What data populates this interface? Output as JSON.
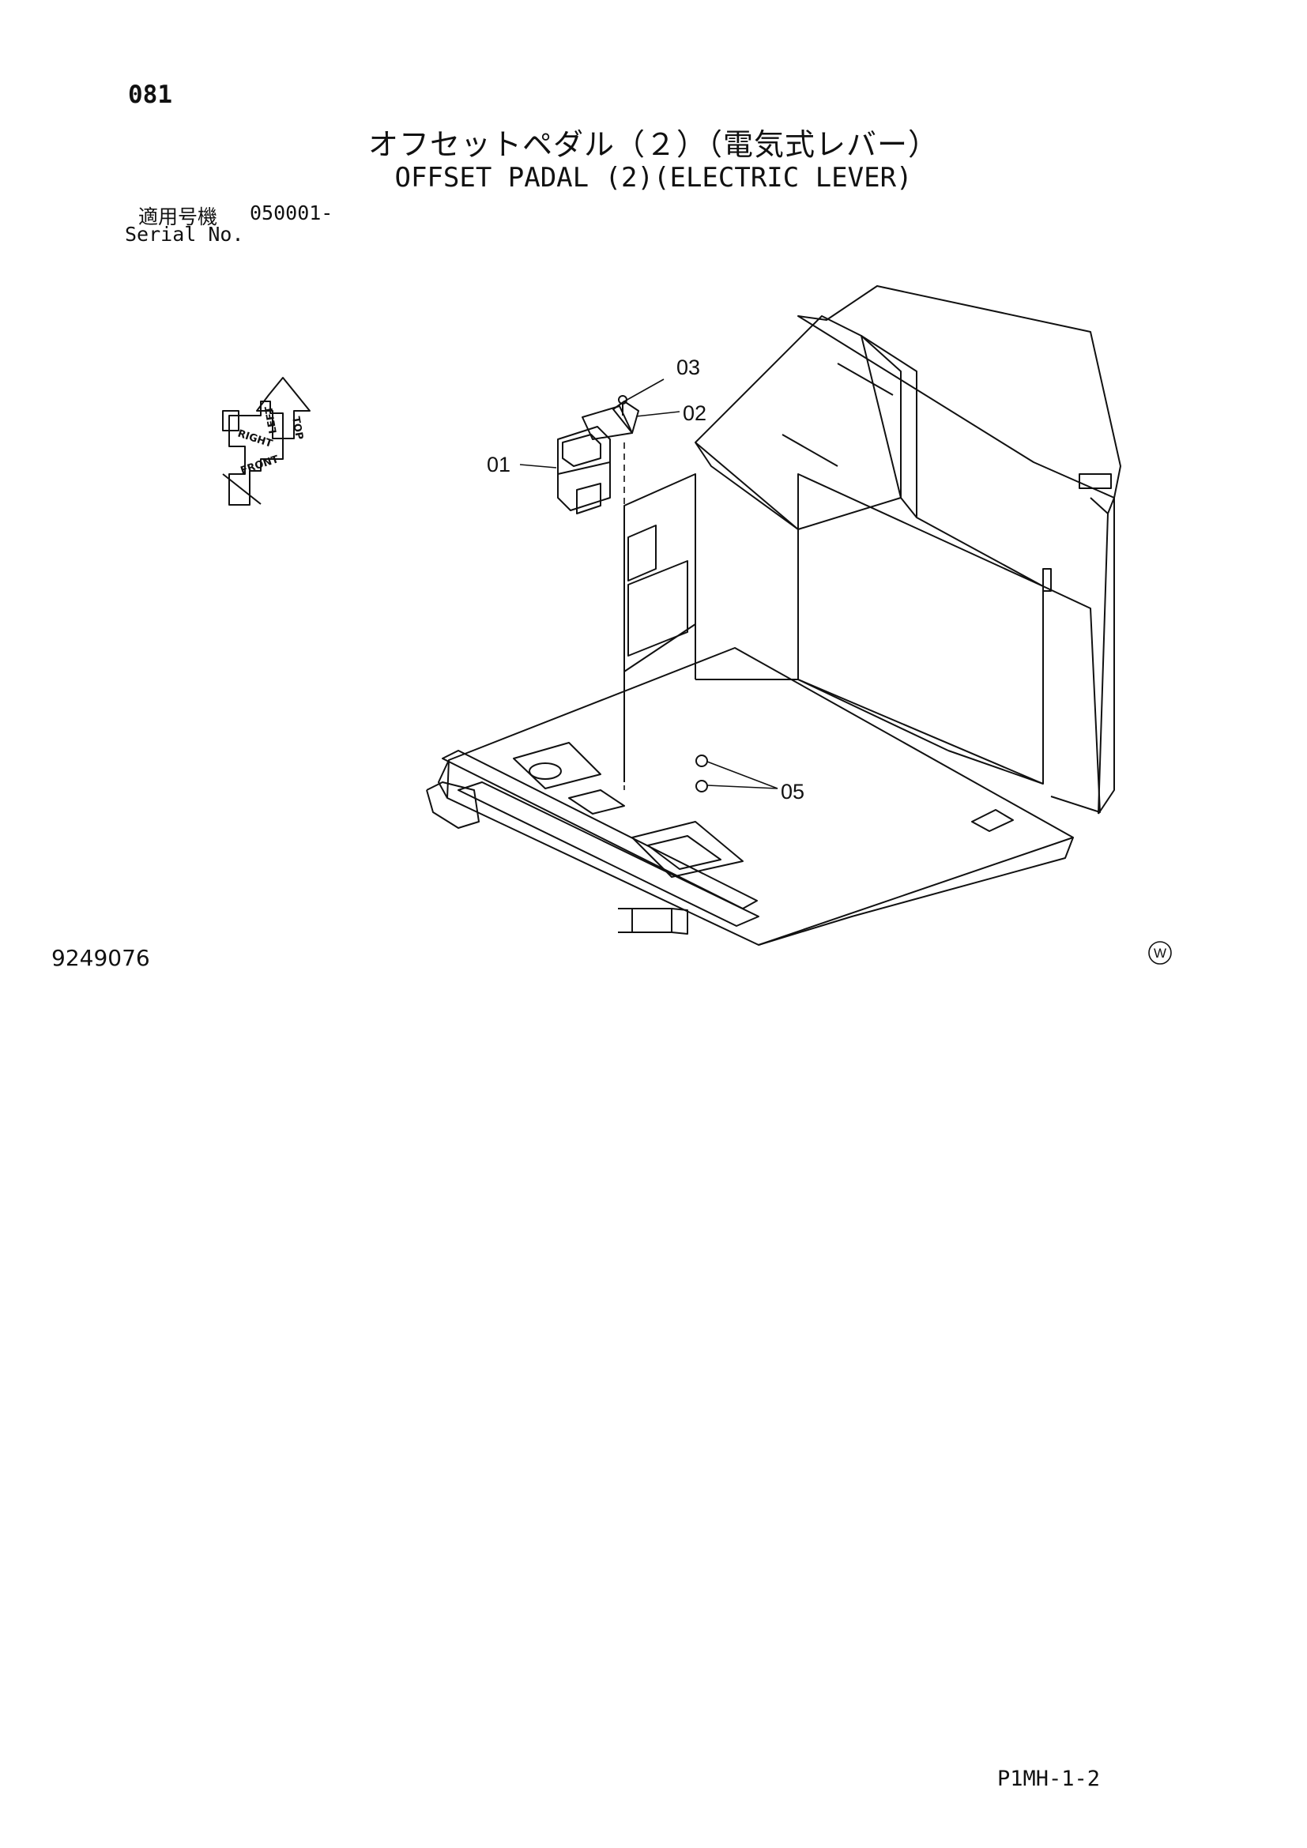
{
  "header": {
    "page_number": "081",
    "title_jp": "オフセットペダル（２）（電気式レバー）",
    "title_en": "OFFSET PADAL (2)(ELECTRIC LEVER)",
    "serial_jp_label": "適用号機",
    "serial_value": "050001-",
    "serial_en_label": "Serial No."
  },
  "diagram": {
    "orientation_labels": {
      "top": "TOP",
      "left": "LEFT",
      "right": "RIGHT",
      "front": "FRONT"
    },
    "callouts": {
      "c01": "01",
      "c02": "02",
      "c03": "03",
      "c05": "05"
    }
  },
  "footer": {
    "drawing_number": "9249076",
    "watermark": "W",
    "page_code": "P1MH-1-2"
  },
  "colors": {
    "ink": "#111111",
    "paper": "#ffffff"
  }
}
